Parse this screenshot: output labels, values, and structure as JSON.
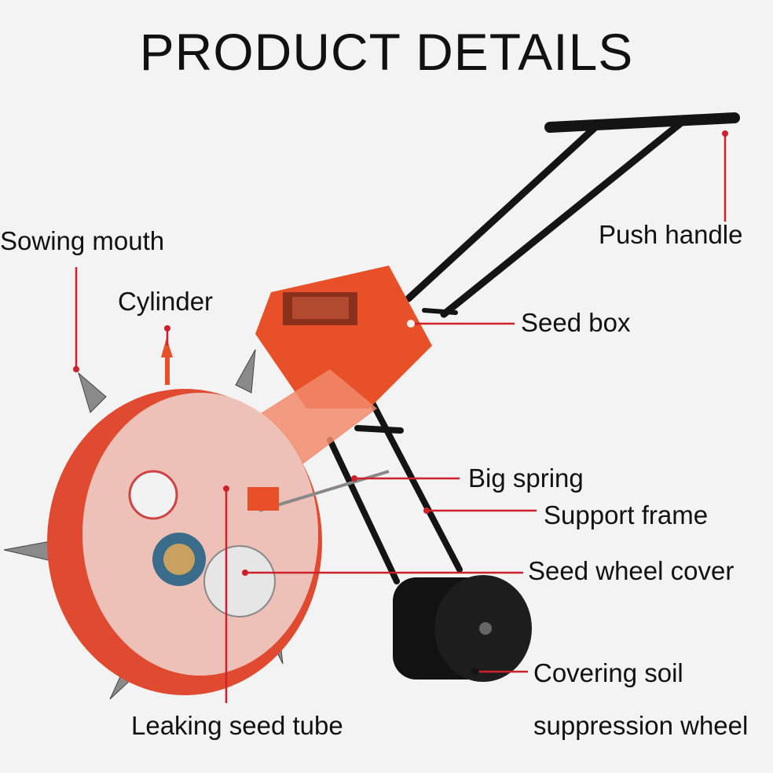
{
  "title": "PRODUCT DETAILS",
  "labels": {
    "sowing_mouth": "Sowing mouth",
    "cylinder": "Cylinder",
    "push_handle": "Push handle",
    "seed_box": "Seed box",
    "big_spring": "Big spring",
    "support_frame": "Support frame",
    "seed_wheel_cover": "Seed wheel cover",
    "covering_soil_1": "Covering soil",
    "covering_soil_2": "suppression wheel",
    "leaking_seed_tube": "Leaking seed tube"
  },
  "colors": {
    "leader_line": "#d0202a",
    "body_orange": "#e8502a",
    "frame_black": "#141414",
    "background": "#f3f3f3"
  }
}
